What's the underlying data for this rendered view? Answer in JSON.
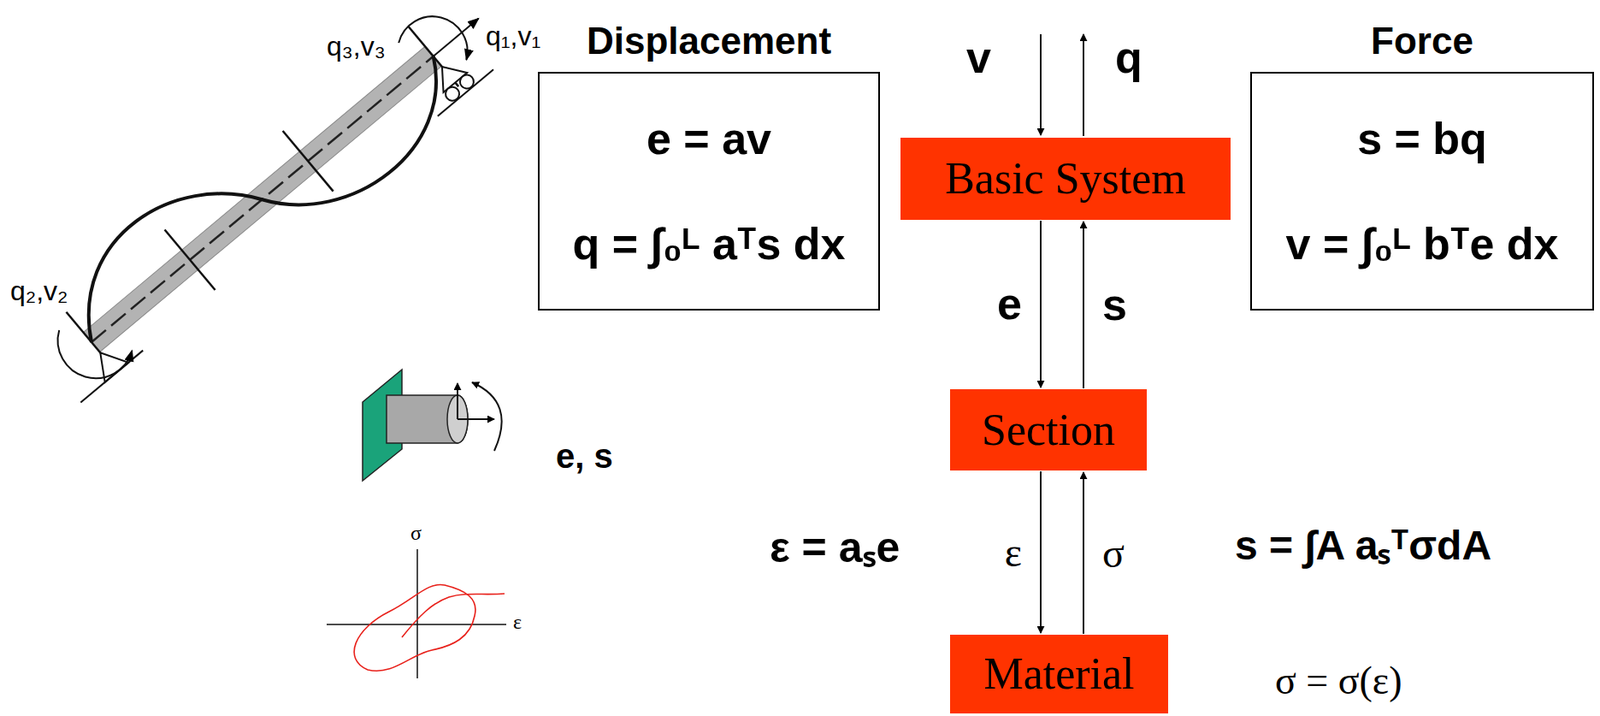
{
  "diagram": {
    "nodes": [
      {
        "text": [
          "Displacement",
          "e = av",
          "q = ∫₀ᴸ aᵀs dx"
        ]
      },
      {
        "text": [
          "Basic System"
        ]
      },
      {
        "text": [
          "Force",
          "s = bq",
          "v = ∫₀ᴸ bᵀe dx"
        ]
      },
      {
        "text": [
          "Section"
        ]
      },
      {
        "text": [
          "Material"
        ]
      }
    ],
    "edges": [
      {
        "from": 1,
        "to": 3,
        "arrow": "to",
        "label": "e"
      },
      {
        "from": 3,
        "to": 1,
        "arrow": "to",
        "label": "s"
      },
      {
        "from": 3,
        "to": 4,
        "arrow": "to",
        "label": "ε"
      },
      {
        "from": 4,
        "to": 3,
        "arrow": "to",
        "label": "σ"
      }
    ],
    "labels": [
      "v",
      "q",
      "q₁,v₁",
      "q₃,v₃",
      "q₂,v₂",
      "e, s",
      "σ",
      "ε",
      "ε = aₛe",
      "s = ∫A aₛᵀσdA",
      "σ = σ(ε)"
    ]
  }
}
